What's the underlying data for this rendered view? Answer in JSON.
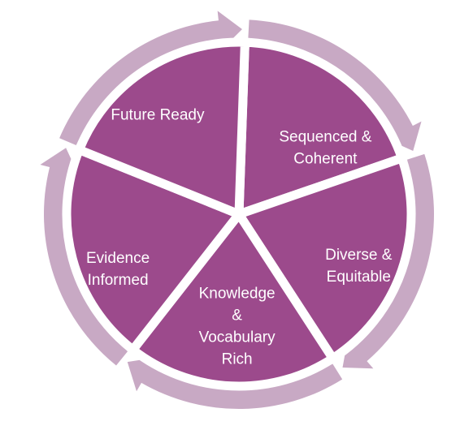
{
  "colors": {
    "segment_fill": "#9c4a8c",
    "arrow_ring": "#c8a9c4",
    "divider": "#ffffff",
    "label_text": "#ffffff"
  },
  "segments": [
    {
      "id": "sequenced-coherent",
      "lines": [
        "Sequenced &",
        "Coherent"
      ]
    },
    {
      "id": "diverse-equitable",
      "lines": [
        "Diverse &",
        "Equitable"
      ]
    },
    {
      "id": "knowledge-vocabulary-rich",
      "lines": [
        "Knowledge",
        "&",
        "Vocabulary",
        "Rich"
      ]
    },
    {
      "id": "evidence-informed",
      "lines": [
        "Evidence",
        "Informed"
      ]
    },
    {
      "id": "future-ready",
      "lines": [
        "Future Ready"
      ]
    }
  ]
}
